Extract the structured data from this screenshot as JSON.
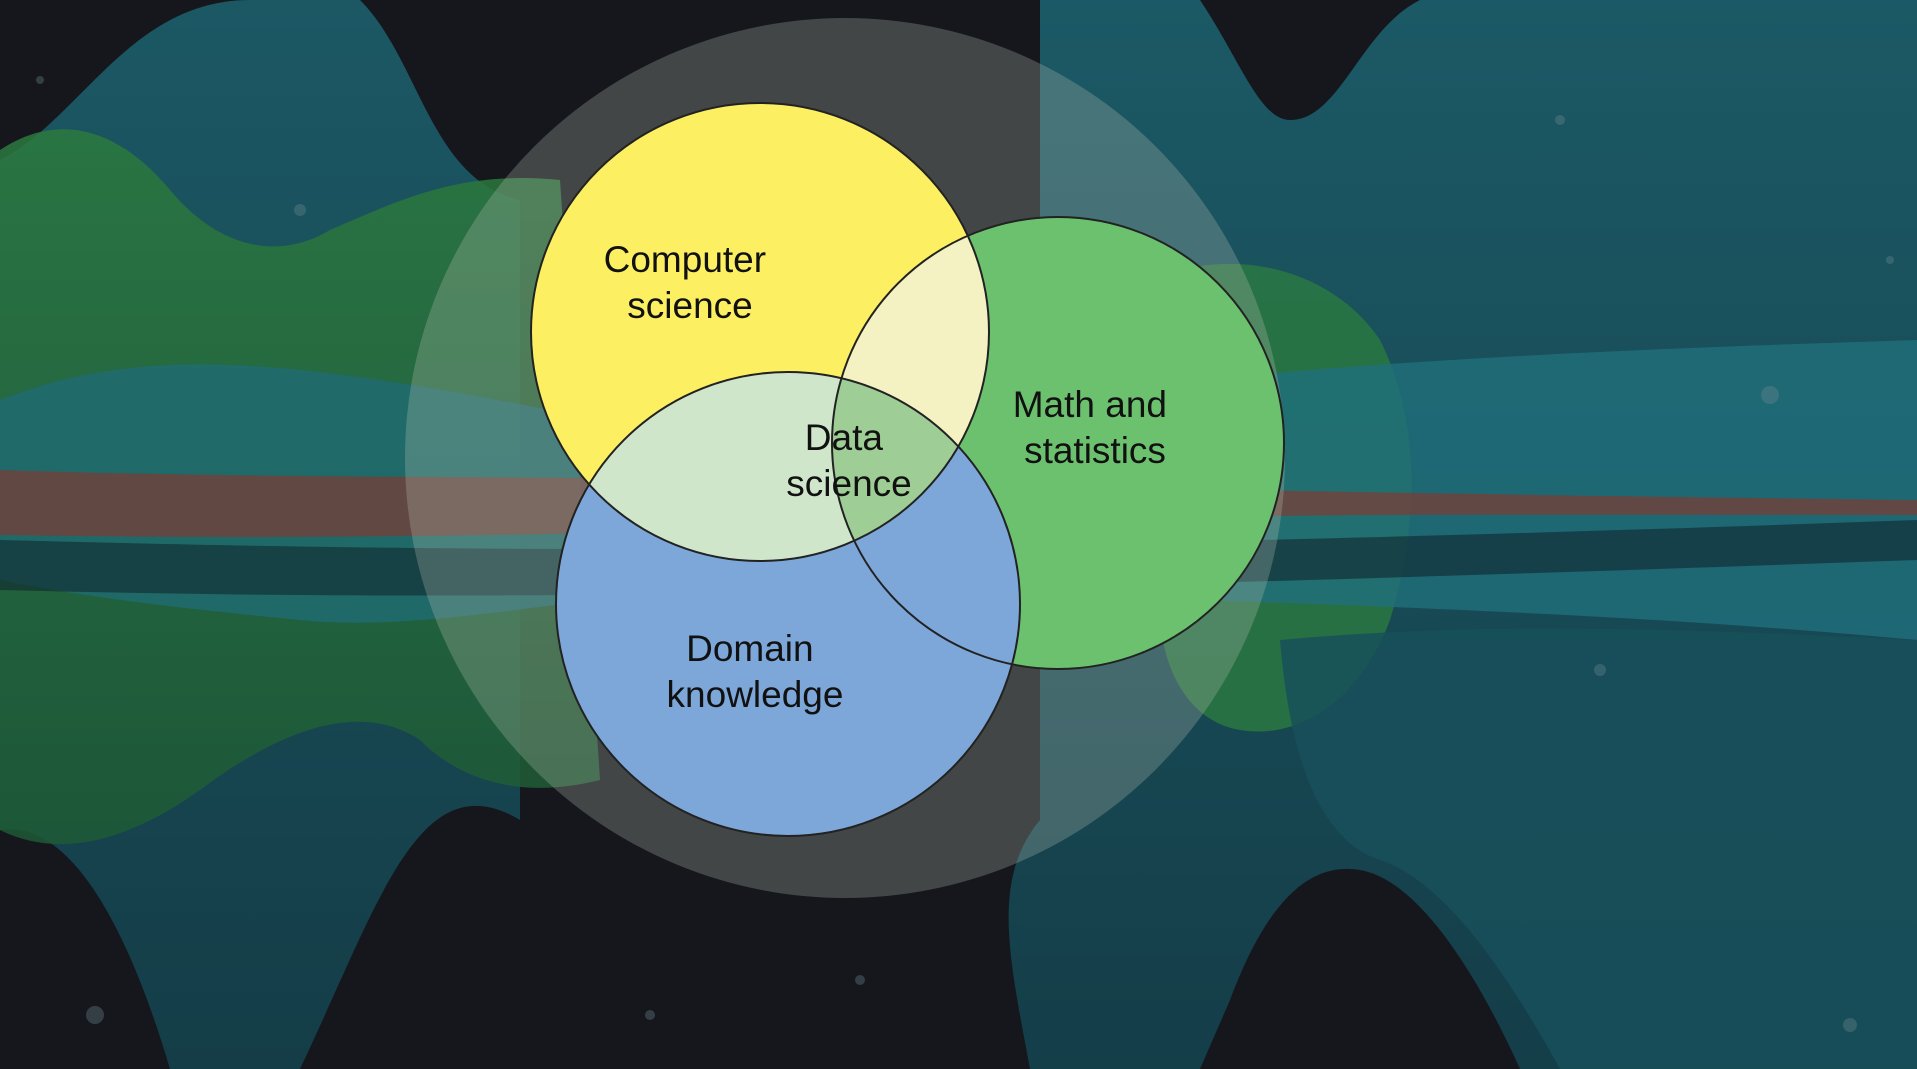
{
  "colors": {
    "background": "#15171d",
    "outer_circle": "#b9c3b2",
    "computer_science": "#fcef61",
    "math_statistics": "#6cc16f",
    "domain_knowledge": "#7da7d9",
    "overlap_cs_math": "#f4f1c3",
    "overlap_cs_domain": "#cfe6cb",
    "overlap_all": "#9ecd95",
    "wave_teal": "#1f6b77",
    "wave_green": "#2e7a3c",
    "wave_red": "#7a3e36"
  },
  "venn": {
    "computer_science": [
      "Computer",
      "science"
    ],
    "math_statistics": [
      "Math and",
      "statistics"
    ],
    "domain_knowledge": [
      "Domain",
      "knowledge"
    ],
    "data_science": [
      "Data",
      "science"
    ]
  }
}
